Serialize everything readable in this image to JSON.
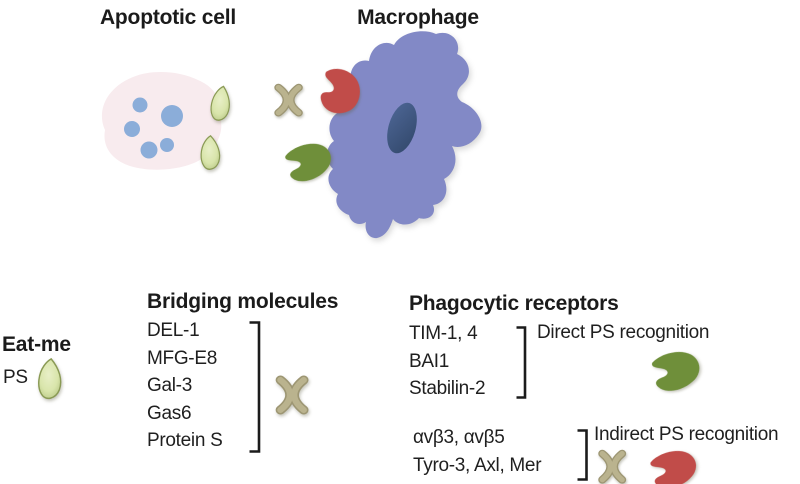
{
  "titles": {
    "apoptotic_cell": "Apoptotic cell",
    "macrophage": "Macrophage"
  },
  "legend": {
    "eat_me": {
      "heading": "Eat-me",
      "label": "PS",
      "icon": "ps-leaf-icon"
    },
    "bridging": {
      "heading": "Bridging molecules",
      "items": [
        "DEL-1",
        "MFG-E8",
        "Gal-3",
        "Gas6",
        "Protein S"
      ],
      "icon": "bridging-x-icon"
    },
    "phagocytic": {
      "heading": "Phagocytic receptors",
      "direct": {
        "items": [
          "TIM-1, 4",
          "BAI1",
          "Stabilin-2"
        ],
        "label": "Direct PS recognition",
        "icon": "green-receptor-icon"
      },
      "indirect": {
        "items": [
          "αvβ3, αvβ5",
          "Tyro-3, Axl, Mer"
        ],
        "label": "Indirect PS recognition",
        "icons": [
          "bridging-x-icon",
          "red-receptor-icon"
        ]
      }
    }
  },
  "colors": {
    "text": "#1b1b1b",
    "apoptotic_body": "#f8ebee",
    "dot_blue": "#8badd9",
    "macrophage_body": "#8289c6",
    "nucleus": "#3d5377",
    "receptor_red": "#c14c49",
    "receptor_green": "#6f8f3a",
    "bridging_khaki": "#b3ac88",
    "leaf_fill": "#d9e5ab",
    "leaf_stroke": "#8a9a55"
  }
}
